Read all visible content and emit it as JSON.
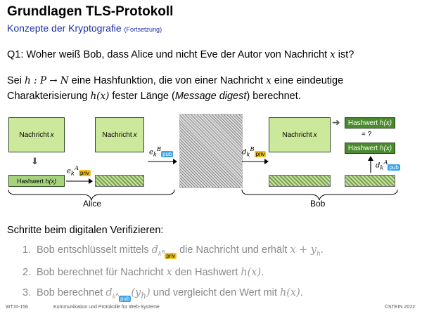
{
  "title": "Grundlagen TLS-Protokoll",
  "subtitle": {
    "main": "Konzepte der Kryptografie",
    "small": "(Fortsetzung)"
  },
  "question": {
    "prefix": "Q1: Woher weiß Bob, dass Alice und nicht Eve der Autor von Nachricht ",
    "var": "x",
    "suffix": " ist?"
  },
  "definition": {
    "line1_a": "Sei ",
    "line1_math": "h : P → N",
    "line1_b": " eine Hashfunktion, die von einer Nachricht ",
    "line1_var": "x",
    "line1_c": " eine eindeutige",
    "line2_a": "Charakterisierung ",
    "line2_math": "h(x)",
    "line2_b": " fester Länge (",
    "line2_em": "Message digest",
    "line2_c": ") berechnet."
  },
  "diagram": {
    "msg_label": "Nachricht",
    "msg_var": "x",
    "hash_label": "Hashwert",
    "hash_var": "h(x)",
    "enc_text": "Nachricht x",
    "eq_label": "= ?",
    "key_pub_sub": "pub",
    "key_priv_sub": "priv",
    "key_A": "A",
    "key_B": "B",
    "alice": "Alice",
    "bob": "Bob"
  },
  "steps": {
    "heading": "Schritte beim digitalen Verifizieren:",
    "items": [
      {
        "num": "1.",
        "a": "Bob entschlüsselt mittels ",
        "math": "d",
        "b": " die Nachricht und erhält ",
        "math2": "x + y",
        "sub2": "h",
        "c": "."
      },
      {
        "num": "2.",
        "a": "Bob berechnet für Nachricht ",
        "math": "x",
        "b": " den Hashwert ",
        "math2": "h(x)",
        "c": "."
      },
      {
        "num": "3.",
        "a": "Bob berechnet ",
        "math": "d",
        "b": " und vergleicht den Wert mit ",
        "math2": "h(x)",
        "c": "."
      }
    ]
  },
  "footer": {
    "left": "WT:III-156",
    "mid": "Kommunikation und Protokolle für Web-Systeme",
    "right": "©STEIN 2022"
  }
}
